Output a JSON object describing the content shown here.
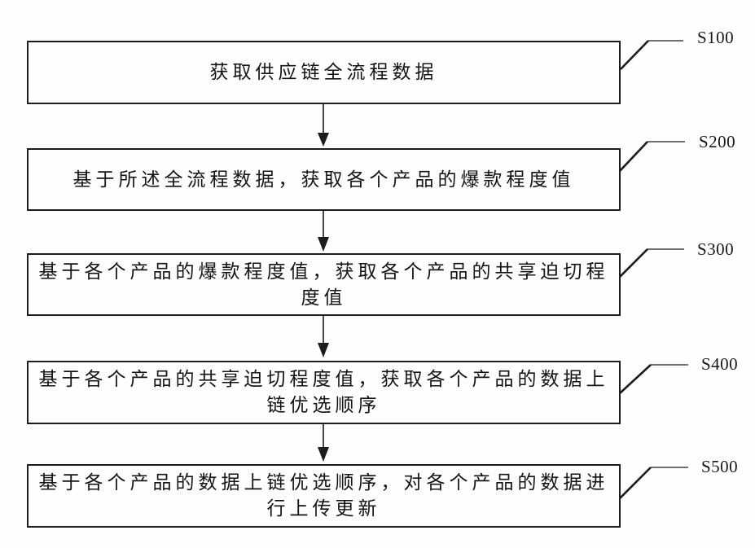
{
  "figure": {
    "ink_color": "#1c1c1c",
    "background": "#fefefe"
  },
  "flowchart": {
    "steps": [
      {
        "label": "S100",
        "lines": [
          "获取供应链全流程数据"
        ]
      },
      {
        "label": "S200",
        "lines": [
          "基于所述全流程数据，获取各个产品的爆款程度值"
        ]
      },
      {
        "label": "S300",
        "lines": [
          "基于各个产品的爆款程度值，获取各个产品的共享迫切程",
          "度值"
        ]
      },
      {
        "label": "S400",
        "lines": [
          "基于各个产品的共享迫切程度值，获取各个产品的数据上",
          "链优选顺序"
        ]
      },
      {
        "label": "S500",
        "lines": [
          "基于各个产品的数据上链优选顺序，对各个产品的数据进",
          "行上传更新"
        ]
      }
    ]
  }
}
